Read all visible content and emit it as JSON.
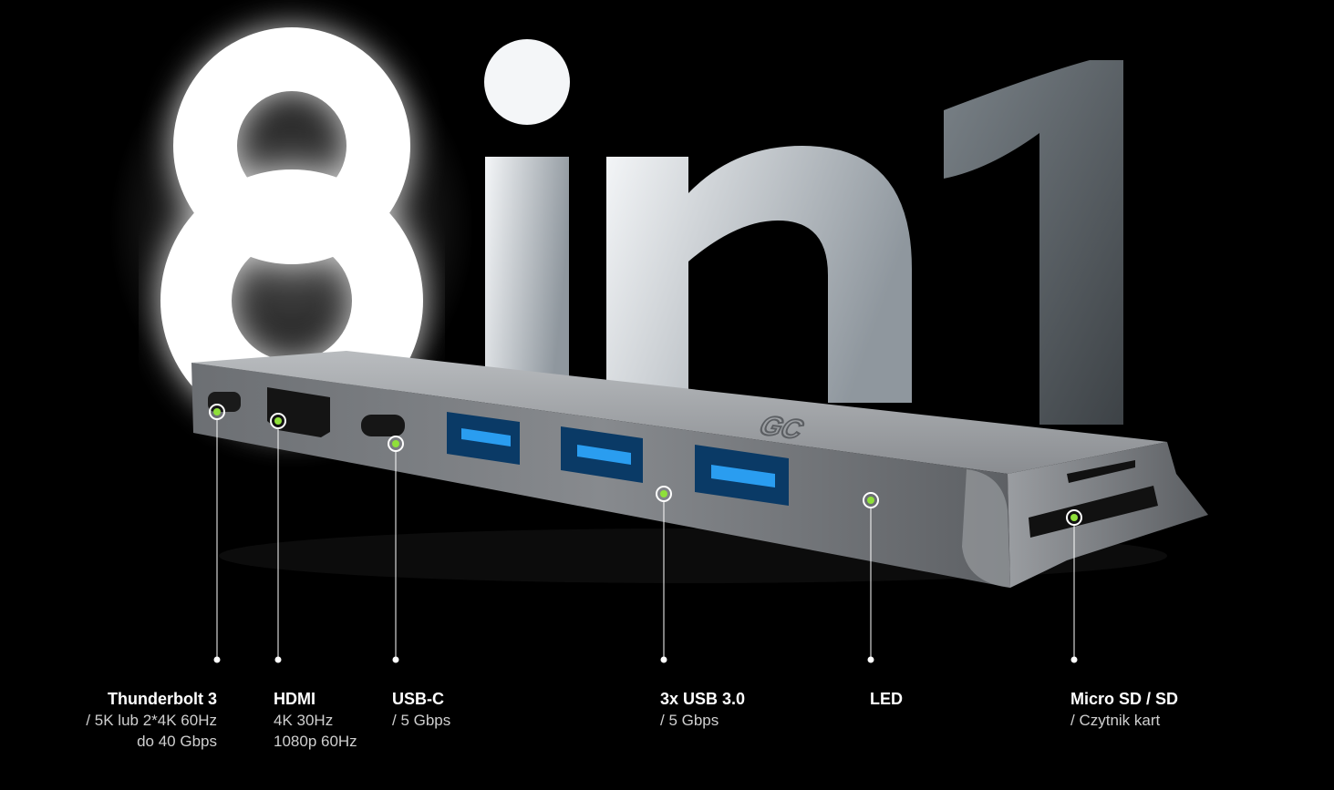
{
  "headline": {
    "number": "8",
    "word": "in",
    "digit": "1"
  },
  "brand_logo": "GC",
  "colors": {
    "background": "#000000",
    "accent_dot": "#8fe03a",
    "hub_body": "#7b7e82",
    "usb_blue": "#1a8be0"
  },
  "ports": [
    {
      "title": "Thunderbolt 3",
      "lines": [
        "/ 5K lub 2*4K 60Hz",
        "do 40 Gbps"
      ]
    },
    {
      "title": "HDMI",
      "lines": [
        "4K 30Hz",
        "1080p 60Hz"
      ]
    },
    {
      "title": "USB-C",
      "lines": [
        "/ 5 Gbps"
      ]
    },
    {
      "title": "3x USB 3.0",
      "lines": [
        "/ 5 Gbps"
      ]
    },
    {
      "title": "LED",
      "lines": []
    },
    {
      "title": "Micro SD / SD",
      "lines": [
        "/ Czytnik kart"
      ]
    }
  ]
}
